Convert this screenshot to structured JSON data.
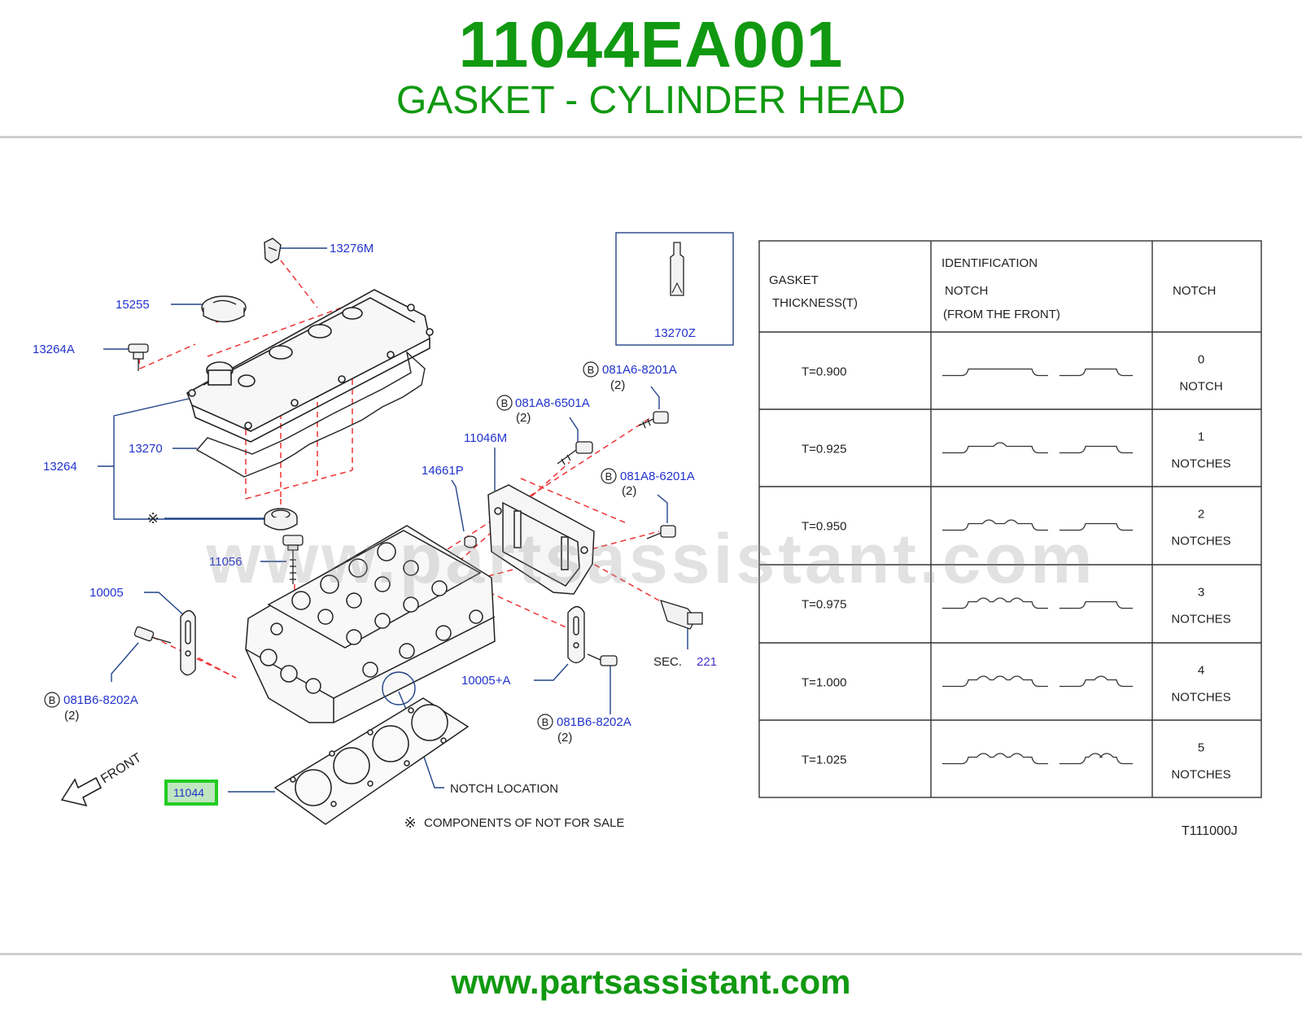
{
  "header": {
    "part_number": "11044EA001",
    "part_name": "GASKET - CYLINDER HEAD"
  },
  "footer": {
    "url": "www.partsassistant.com"
  },
  "watermark": {
    "text": "www.partsassistant.com"
  },
  "colors": {
    "brand_green": "#119911",
    "callout_blue": "#2233cc",
    "highlight": "#22cc22"
  },
  "diagram": {
    "callouts": {
      "p13276M": "13276M",
      "p15255": "15255",
      "p13264A": "13264A",
      "p13270": "13270",
      "p13264": "13264",
      "p13270Z": "13270Z",
      "b1_code": "081A6-8201A",
      "b1_qty": "(2)",
      "b2_code": "081A8-6501A",
      "b2_qty": "(2)",
      "b3_code": "081A8-6201A",
      "b3_qty": "(2)",
      "b4_code": "081B6-8202A",
      "b4_qty": "(2)",
      "b5_code": "081B6-8202A",
      "b5_qty": "(2)",
      "p11046M": "11046M",
      "p14661P": "14661P",
      "p11056": "11056",
      "p10005": "10005",
      "p10005A": "10005+A",
      "sec_prefix": "SEC.",
      "sec_number": "221",
      "p11044": "11044",
      "b_letter": "B",
      "mark": "※"
    },
    "notch_location": "NOTCH   LOCATION",
    "front_label": "FRONT",
    "components_note": "COMPONENTS   OF   NOT   FOR   SALE",
    "diagram_code": "T111000J",
    "table": {
      "header_col1_line1": "GASKET",
      "header_col1_line2": "THICKNESS(T)",
      "header_col2_line1": "IDENTIFICATION",
      "header_col2_line2": "NOTCH",
      "header_col2_line3": "(FROM   THE   FRONT)",
      "header_col3": "NOTCH",
      "rows": [
        {
          "thickness": "T=0.900",
          "count": "0",
          "unit": "NOTCH",
          "notches": 0
        },
        {
          "thickness": "T=0.925",
          "count": "1",
          "unit": "NOTCHES",
          "notches": 1
        },
        {
          "thickness": "T=0.950",
          "count": "2",
          "unit": "NOTCHES",
          "notches": 2
        },
        {
          "thickness": "T=0.975",
          "count": "3",
          "unit": "NOTCHES",
          "notches": 3
        },
        {
          "thickness": "T=1.000",
          "count": "4",
          "unit": "NOTCHES",
          "notches": 4
        },
        {
          "thickness": "T=1.025",
          "count": "5",
          "unit": "NOTCHES",
          "notches": 5
        }
      ]
    }
  }
}
